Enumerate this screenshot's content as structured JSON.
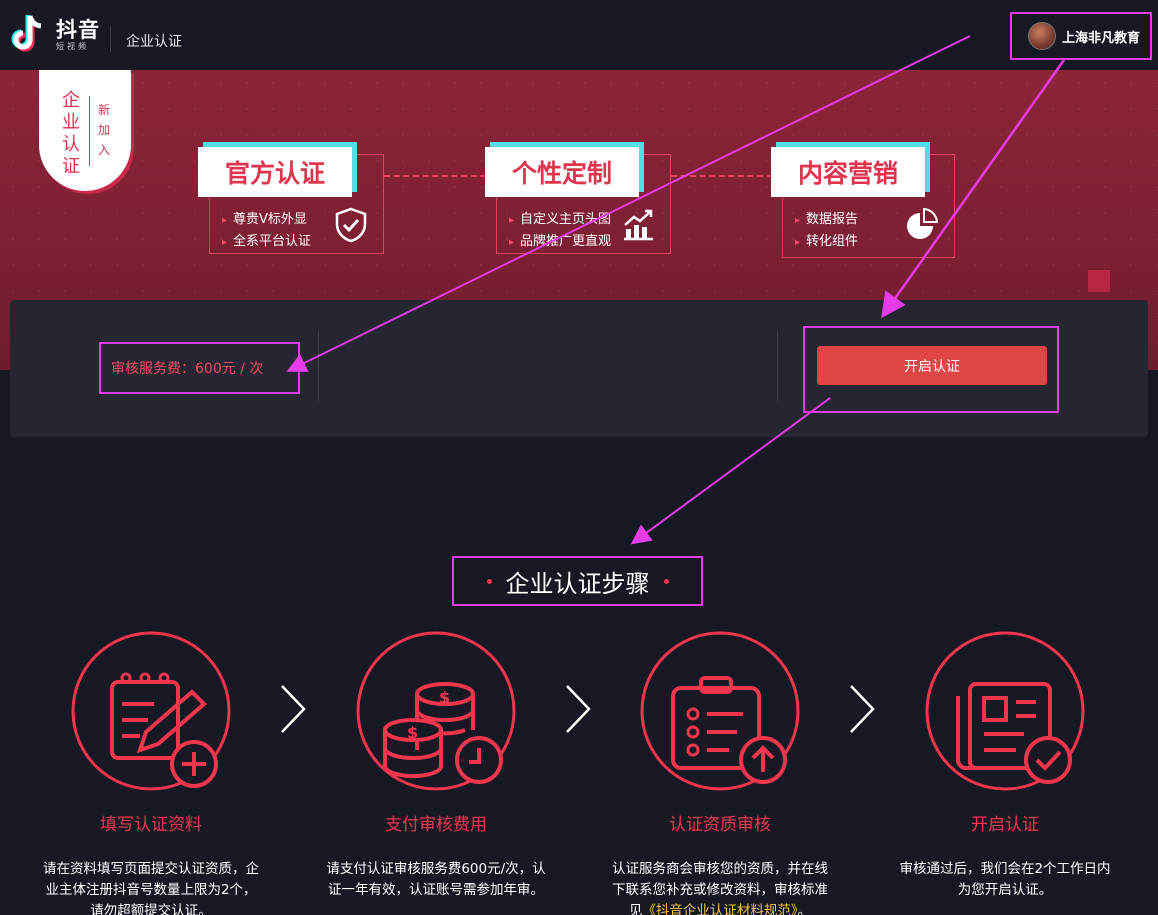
{
  "header": {
    "brand": "抖音",
    "brand_sub": "短视频",
    "nav_title": "企业认证",
    "user_name": "上海非凡教育"
  },
  "badge": {
    "main": "企业认证",
    "sub": "新加入"
  },
  "features": [
    {
      "title": "官方认证",
      "items": [
        "尊贵V标外显",
        "全系平台认证"
      ],
      "icon": "shield-check-icon"
    },
    {
      "title": "个性定制",
      "items": [
        "自定义主页头图",
        "品牌推广更直观"
      ],
      "icon": "growth-chart-icon"
    },
    {
      "title": "内容营销",
      "items": [
        "数据报告",
        "转化组件"
      ],
      "icon": "pie-chart-icon"
    }
  ],
  "pricing": {
    "fee_text": "审核服务费：600元 / 次",
    "cta_label": "开启认证"
  },
  "steps_title": "企业认证步骤",
  "steps": [
    {
      "name": "填写认证资料",
      "icon": "form-edit-icon",
      "desc_lines": [
        "请在资料填写页面提交认证资质，企",
        "业主体注册抖音号数量上限为2个，",
        "请勿超额提交认证。"
      ]
    },
    {
      "name": "支付审核费用",
      "icon": "coins-clock-icon",
      "desc_lines": [
        "请支付认证审核服务费600元/次，认",
        "证一年有效，认证账号需参加年审。"
      ]
    },
    {
      "name": "认证资质审核",
      "icon": "clipboard-upload-icon",
      "desc_lines": [
        "认证服务商会审核您的资质，并在线",
        "下联系您补充或修改资料，审核标准"
      ],
      "desc_prefix": "见",
      "link": "《抖音企业认证材料规范》",
      "desc_suffix": "。"
    },
    {
      "name": "开启认证",
      "icon": "document-check-icon",
      "desc_lines": [
        "审核通过后，我们会在2个工作日内",
        "为您开启认证。"
      ]
    }
  ],
  "colors": {
    "accent": "#f0364f",
    "button": "#e04646",
    "banner": "#8c2439",
    "background": "#161823",
    "annotation": "#e63ce8"
  }
}
